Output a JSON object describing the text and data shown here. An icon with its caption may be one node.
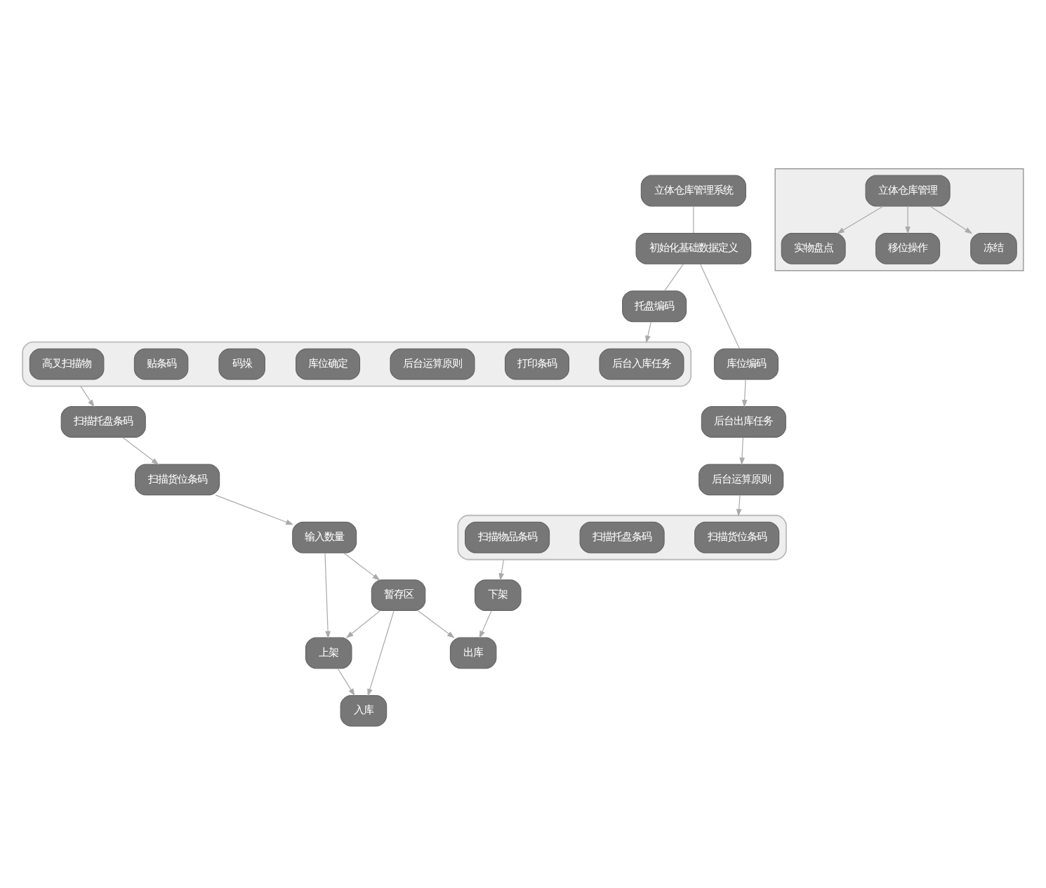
{
  "diagram": {
    "nodes": [
      {
        "text": [
          "立体仓库管理系统"
        ]
      },
      {
        "text": [
          "托盘编码"
        ]
      },
      {
        "text": [
          "初始化基础数据定义"
        ]
      },
      {
        "text": [
          "库位编码"
        ]
      },
      {
        "text": [],
        "shape": "box"
      },
      {
        "text": [
          "后台入库任务"
        ],
        "in": 4
      },
      {
        "text": [
          "打印条码"
        ],
        "in": 4
      },
      {
        "text": [
          "后台运算原则"
        ],
        "in": 4
      },
      {
        "text": [
          "库位确定"
        ],
        "in": 4
      },
      {
        "text": [
          "码垛"
        ],
        "in": 4
      },
      {
        "text": [
          "贴条码"
        ],
        "in": 4
      },
      {
        "text": [
          "高叉扫描物"
        ],
        "in": 4
      },
      {
        "text": [
          "后台出库任务"
        ]
      },
      {
        "text": [],
        "shape": "hexagon"
      },
      {
        "text": [
          "立体仓库管理"
        ],
        "in": 13
      },
      {
        "text": [
          "实物盘点"
        ],
        "in": 13
      },
      {
        "text": [
          "移位操作"
        ],
        "in": 13
      },
      {
        "text": [
          "冻结"
        ],
        "in": 13
      },
      {
        "text": [
          "后台运算原则"
        ]
      },
      {
        "text": [],
        "shape": "box"
      },
      {
        "text": [
          "扫描货位条码"
        ],
        "in": 19
      },
      {
        "text": [
          "扫描托盘条码"
        ],
        "in": 19
      },
      {
        "text": [
          "扫描物品条码"
        ],
        "in": 19
      },
      {
        "text": [
          "扫描托盘条码"
        ]
      },
      {
        "text": [
          "扫描货位条码"
        ]
      },
      {
        "text": [
          "输入数量"
        ]
      },
      {
        "text": [
          "上架"
        ]
      },
      {
        "text": [
          "入库"
        ]
      },
      {
        "text": [
          "暂存区"
        ]
      },
      {
        "text": [
          "下架"
        ]
      },
      {
        "text": [
          "出库"
        ]
      }
    ],
    "edges": [
      {
        "from": 0,
        "to": 2,
        "arrow": "none"
      },
      {
        "from": 2,
        "to": 1,
        "arrow": "none"
      },
      {
        "from": 2,
        "to": 3,
        "arrow": "none"
      },
      {
        "from": 1,
        "to": 4,
        "arrow": "to"
      },
      {
        "from": 3,
        "to": 12,
        "arrow": "to"
      },
      {
        "from": 14,
        "to": 15,
        "arrow": "to"
      },
      {
        "from": 14,
        "to": 17,
        "arrow": "to"
      },
      {
        "from": 14,
        "to": 16,
        "arrow": "to"
      },
      {
        "from": 12,
        "to": 18,
        "arrow": "to"
      },
      {
        "from": 18,
        "to": 19,
        "arrow": "to"
      },
      {
        "from": 4,
        "to": 23,
        "arrow": "to"
      },
      {
        "from": 23,
        "to": 24,
        "arrow": "to"
      },
      {
        "from": 24,
        "to": 25,
        "arrow": "to"
      },
      {
        "from": 25,
        "to": 26,
        "arrow": "to"
      },
      {
        "from": 26,
        "to": 27,
        "arrow": "to"
      },
      {
        "from": 28,
        "to": 26,
        "arrow": "to"
      },
      {
        "from": 28,
        "to": 27,
        "arrow": "to"
      },
      {
        "from": 25,
        "to": 28,
        "arrow": "to"
      },
      {
        "from": 28,
        "to": 30,
        "arrow": "to"
      },
      {
        "from": 19,
        "to": 29,
        "arrow": "to"
      },
      {
        "from": 29,
        "to": 30,
        "arrow": "to"
      }
    ]
  }
}
